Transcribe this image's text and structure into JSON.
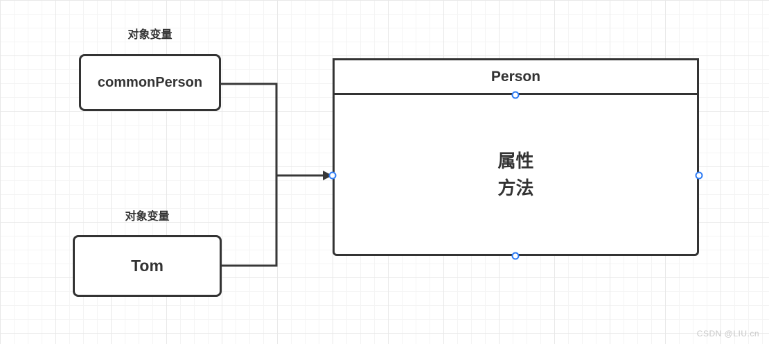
{
  "diagram": {
    "variables": [
      {
        "label": "对象变量",
        "name": "commonPerson"
      },
      {
        "label": "对象变量",
        "name": "Tom"
      }
    ],
    "class_box": {
      "title": "Person",
      "body_lines": [
        "属性",
        "方法"
      ]
    },
    "watermark": "CSDN @LIU.cn",
    "colors": {
      "stroke": "#383838",
      "text": "#333333",
      "connection_point": "#2d7bf4",
      "watermark_text": "#c8c8c8"
    }
  }
}
